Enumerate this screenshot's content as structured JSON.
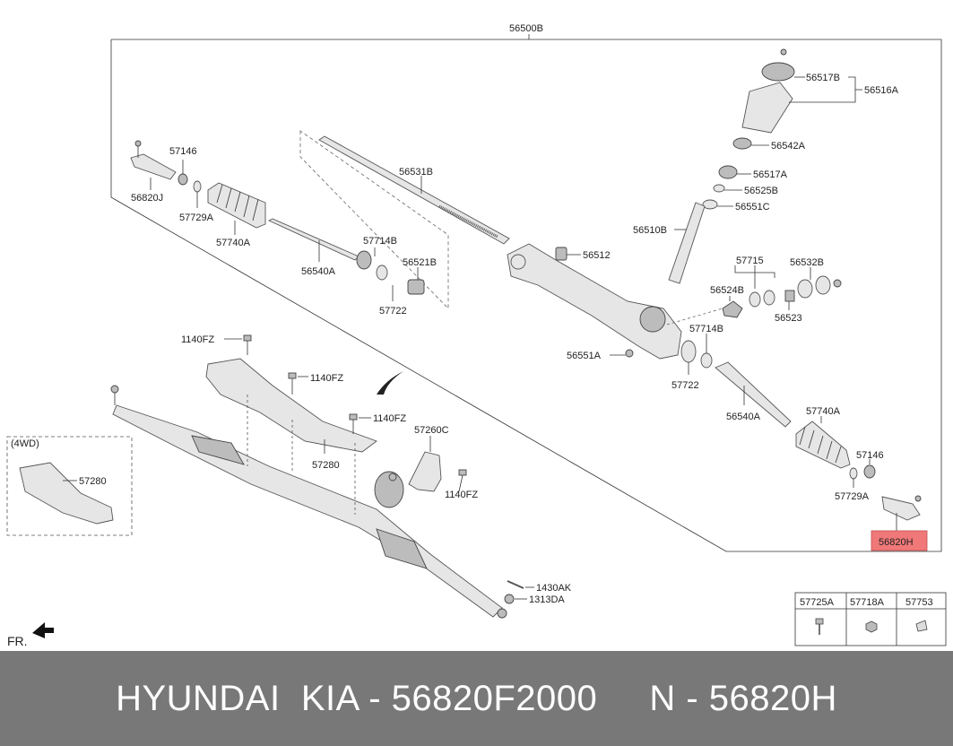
{
  "labels": {
    "assembly": "56500B",
    "bearing_top": "56517B",
    "cover": "56516A",
    "seal_a": "56542A",
    "bearing_a": "56517A",
    "ring_b": "56525B",
    "oring_c": "56551C",
    "pinion": "56510B",
    "nut": "56512",
    "rack": "56531B",
    "wash_left": "57146",
    "tie_end_left": "56820J",
    "clip_left": "57729A",
    "boot_left": "57740A",
    "inner_left": "56540A",
    "clamp_left": "57714B",
    "bush": "56521B",
    "ring_left": "57722",
    "bracket_grp": "57715",
    "yoke": "56532B",
    "yoke_plug": "56524B",
    "spring": "56523",
    "clamp_right": "57714B",
    "oring_a": "56551A",
    "ring_right": "57722",
    "inner_right": "56540A",
    "boot_right": "57740A",
    "wash_right": "57146",
    "clip_right": "57729A",
    "tie_end_right": "56820H",
    "bolt1": "1140FZ",
    "bolt2": "1140FZ",
    "bolt3": "1140FZ",
    "bolt4": "1140FZ",
    "heat_shield": "57280",
    "bracket_c": "57260C",
    "pin": "1430AK",
    "castle_nut": "1313DA",
    "fourwd": "(4WD)",
    "shield_4wd": "57280",
    "front": "FR."
  },
  "legend": {
    "headers": [
      "57725A",
      "57718A",
      "57753"
    ]
  },
  "highlight_color": "#f07878",
  "footer": {
    "text": "HYUNDAI  KIA - 56820F2000     N - 56820H"
  }
}
